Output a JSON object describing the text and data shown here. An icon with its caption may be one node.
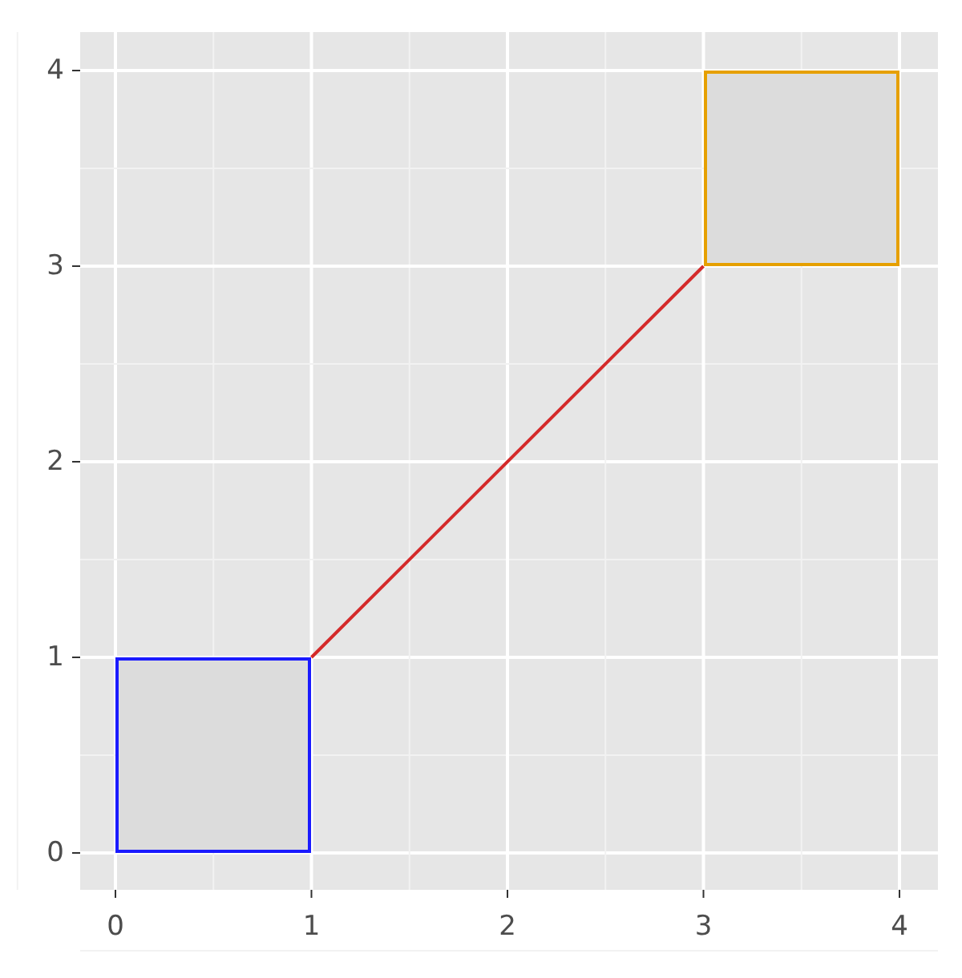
{
  "diagram": {
    "nodes": [
      {
        "text": [],
        "shape": "box"
      },
      {
        "text": [],
        "shape": "box"
      }
    ],
    "edges": [
      {
        "from": 0,
        "to": 1,
        "arrow": "none",
        "color": "#d42a2a"
      }
    ],
    "labels": [
      "4",
      "3",
      "2",
      "1",
      "0",
      "0",
      "1",
      "2",
      "3",
      "4"
    ]
  }
}
